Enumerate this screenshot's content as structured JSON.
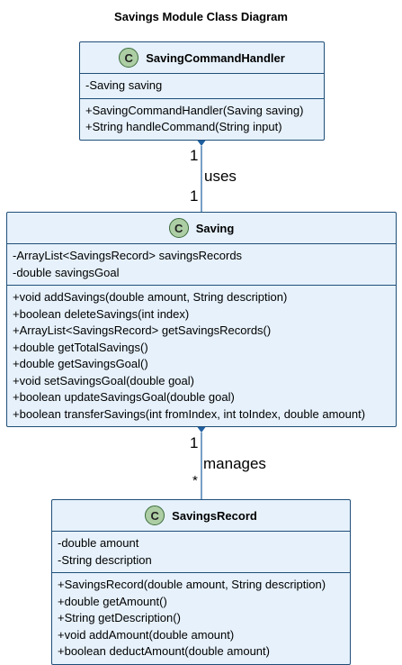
{
  "title": "Savings Module Class Diagram",
  "stereotype_letter": "C",
  "classes": {
    "handler": {
      "name": "SavingCommandHandler",
      "fields": [
        "-Saving saving"
      ],
      "methods": [
        "+SavingCommandHandler(Saving saving)",
        "+String handleCommand(String input)"
      ]
    },
    "saving": {
      "name": "Saving",
      "fields": [
        "-ArrayList<SavingsRecord> savingsRecords",
        "-double savingsGoal"
      ],
      "methods": [
        "+void addSavings(double amount, String description)",
        "+boolean deleteSavings(int index)",
        "+ArrayList<SavingsRecord> getSavingsRecords()",
        "+double getTotalSavings()",
        "+double getSavingsGoal()",
        "+void setSavingsGoal(double goal)",
        "+boolean updateSavingsGoal(double goal)",
        "+boolean transferSavings(int fromIndex, int toIndex, double amount)"
      ]
    },
    "record": {
      "name": "SavingsRecord",
      "fields": [
        "-double amount",
        "-String description"
      ],
      "methods": [
        "+SavingsRecord(double amount, String description)",
        "+double getAmount()",
        "+String getDescription()",
        "+void addAmount(double amount)",
        "+boolean deductAmount(double amount)"
      ]
    }
  },
  "relations": {
    "uses": {
      "label": "uses",
      "source_mult": "1",
      "target_mult": "1"
    },
    "manages": {
      "label": "manages",
      "source_mult": "1",
      "target_mult": "*"
    }
  },
  "colors": {
    "box_fill": "#e6f1fb",
    "border": "#1f4e79",
    "connector": "#1f5fa0",
    "icon_fill": "#adcea4"
  }
}
